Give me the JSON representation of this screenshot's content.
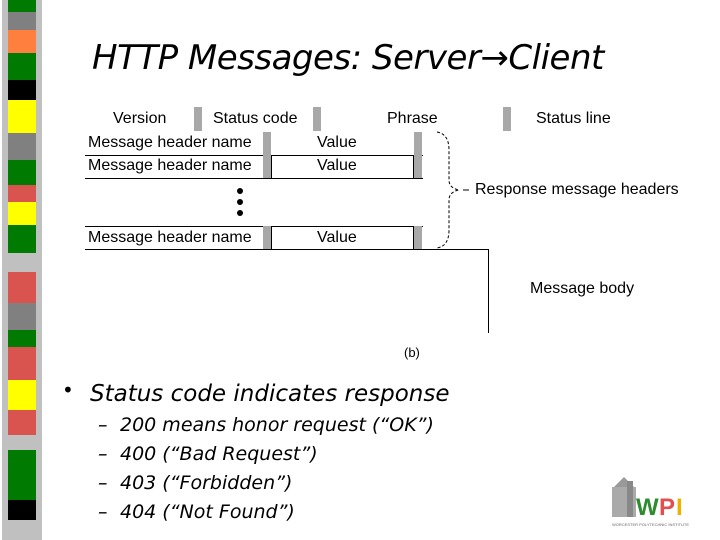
{
  "slide": {
    "title": "HTTP Messages: Server→Client"
  },
  "diagram": {
    "status_line": {
      "version": "Version",
      "status_code": "Status code",
      "phrase": "Phrase",
      "label": "Status line"
    },
    "header_rows": [
      {
        "name": "Message header name",
        "value": "Value"
      },
      {
        "name": "Message header name",
        "value": "Value"
      },
      {
        "name": "Message header name",
        "value": "Value"
      }
    ],
    "headers_label": "Response message headers",
    "body_label": "Message body",
    "caption": "(b)"
  },
  "bullets": {
    "main": "Status code indicates response",
    "items": [
      "200 means honor request (“OK”)",
      "400 (“Bad Request”)",
      "403 (“Forbidden”)",
      "404 (“Not Found”)"
    ],
    "dash": "–",
    "bullet": "•"
  },
  "logo": {
    "text": "WPI",
    "subtext": "WORCESTER POLYTECHNIC INSTITUTE"
  },
  "colors": {
    "green": "#007a00",
    "red": "#d9534f",
    "yellow": "#ffff00",
    "orange": "#ff7f3f",
    "black": "#000000"
  }
}
